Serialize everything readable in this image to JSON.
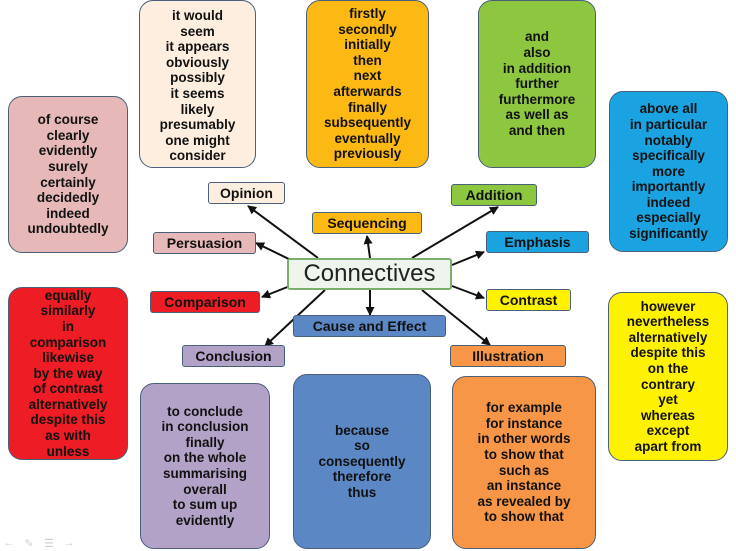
{
  "center": {
    "label": "Connectives"
  },
  "categories": {
    "opinion": "Opinion",
    "sequencing": "Sequencing",
    "addition": "Addition",
    "persuasion": "Persuasion",
    "emphasis": "Emphasis",
    "comparison": "Comparison",
    "contrast": "Contrast",
    "cause_effect": "Cause and Effect",
    "conclusion": "Conclusion",
    "illustration": "Illustration"
  },
  "lists": {
    "opinion": [
      "it would",
      "seem",
      "it appears",
      "obviously",
      "possibly",
      "it seems",
      "likely",
      "presumably",
      "one might",
      "consider"
    ],
    "sequencing": [
      "firstly",
      "secondly",
      "initially",
      "then",
      "next",
      "afterwards",
      "finally",
      "subsequently",
      "eventually",
      "previously"
    ],
    "addition": [
      "and",
      "also",
      "in addition",
      "further",
      "furthermore",
      "as well as",
      "and then"
    ],
    "persuasion": [
      "of course",
      "clearly",
      "evidently",
      "surely",
      "certainly",
      "decidedly",
      "indeed",
      "undoubtedly"
    ],
    "emphasis": [
      "above all",
      "in particular",
      "notably",
      "specifically",
      "more",
      "importantly",
      "indeed",
      "especially",
      "significantly"
    ],
    "comparison": [
      "equally",
      "similarly",
      "in",
      "comparison",
      "likewise",
      "by the way",
      "of contrast",
      "alternatively",
      "despite this",
      "as with",
      "unless"
    ],
    "contrast": [
      "however",
      "nevertheless",
      "alternatively",
      "despite this",
      "on the",
      "contrary",
      "yet",
      "whereas",
      "except",
      "apart from"
    ],
    "conclusion": [
      "to conclude",
      "in conclusion",
      "finally",
      "on the whole",
      "summarising",
      "overall",
      "to sum up",
      "evidently"
    ],
    "cause_effect": [
      "because",
      "so",
      "consequently",
      "therefore",
      "thus"
    ],
    "illustration": [
      "for example",
      "for instance",
      "in other words",
      "to show that",
      "such as",
      "an instance",
      "as revealed by",
      "to show that"
    ]
  },
  "colors": {
    "opinion": "#fdeee0",
    "sequencing": "#fdb913",
    "addition": "#8dc63f",
    "persuasion": "#e6b9b8",
    "emphasis": "#1aa3e0",
    "comparison": "#ee1c24",
    "contrast": "#fff200",
    "cause_effect": "#5b87c5",
    "conclusion": "#b3a2c7",
    "illustration": "#f79646",
    "center_fill": "#eef5ec",
    "arrow": "#111111"
  },
  "icons": [
    "arrow-left-icon",
    "pencil-icon",
    "menu-icon",
    "arrow-right-icon"
  ]
}
